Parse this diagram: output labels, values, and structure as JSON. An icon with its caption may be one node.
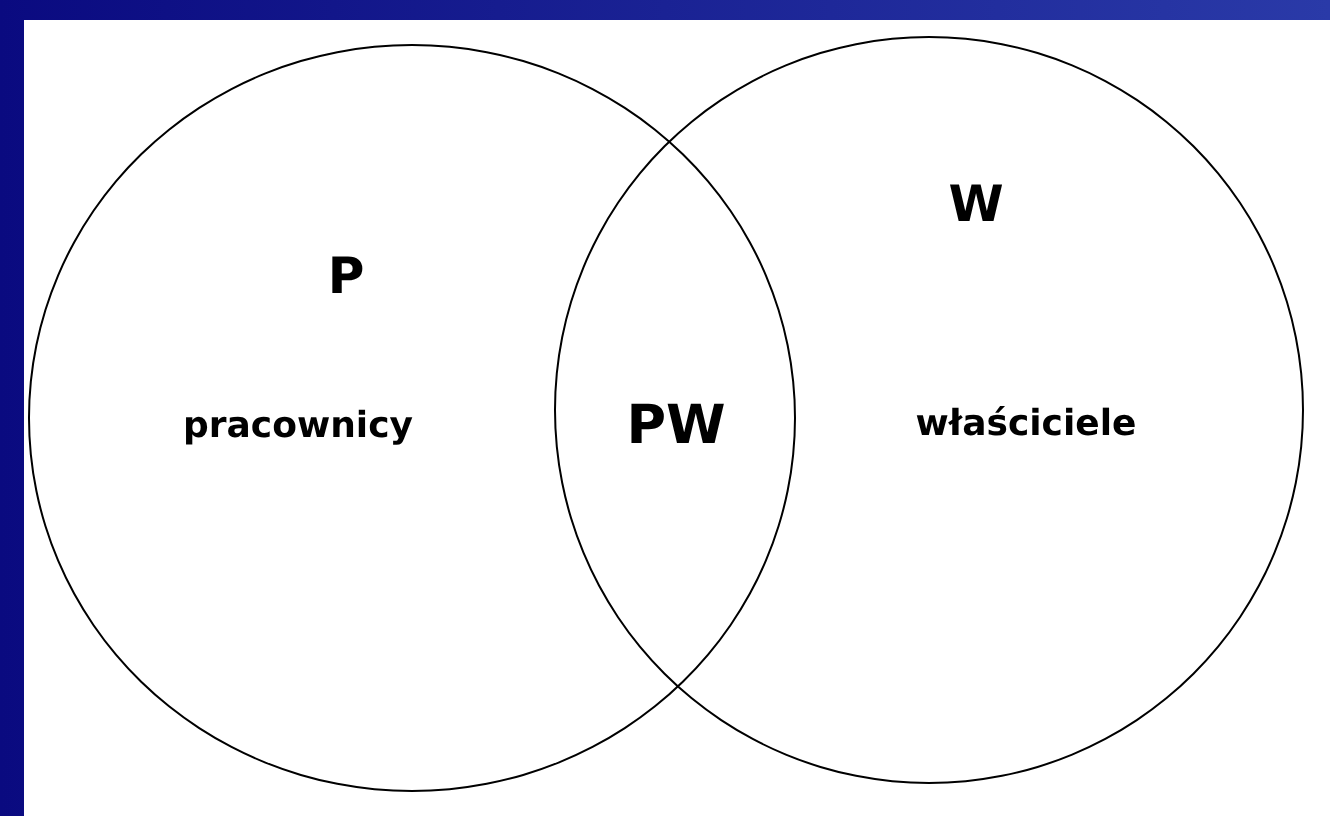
{
  "diagram": {
    "nodes": [
      {
        "text": [
          "P",
          "pracownicy"
        ]
      },
      {
        "text": [
          "W",
          "właściciele"
        ]
      }
    ],
    "labels": [
      "PW"
    ]
  }
}
